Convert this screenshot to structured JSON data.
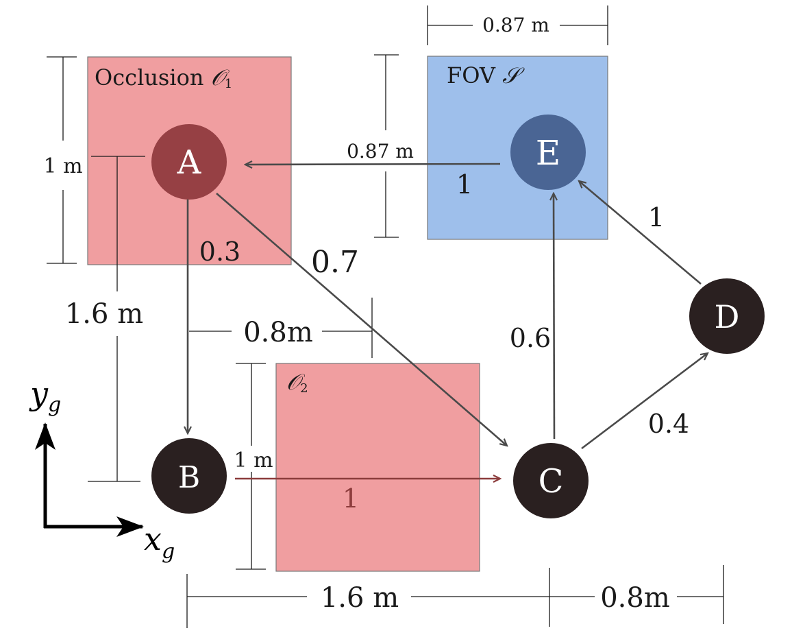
{
  "regions": {
    "occlusion_1": {
      "label_text": "Occlusion",
      "symbol": "𝒪",
      "subscript": "1",
      "fill": "#f09ea0"
    },
    "occlusion_2": {
      "symbol": "𝒪",
      "subscript": "2",
      "fill": "#f09ea0"
    },
    "fov": {
      "label_text": "FOV",
      "symbol": "𝒮",
      "fill": "#9ebfeb"
    }
  },
  "nodes": {
    "A": {
      "label": "A",
      "fill": "#964044"
    },
    "B": {
      "label": "B",
      "fill": "#2a2020"
    },
    "C": {
      "label": "C",
      "fill": "#2a2020"
    },
    "D": {
      "label": "D",
      "fill": "#2a2020"
    },
    "E": {
      "label": "E",
      "fill": "#4a6594"
    }
  },
  "edges": {
    "E_to_A": {
      "weight": "1"
    },
    "A_to_B": {
      "weight": "0.3"
    },
    "A_to_C": {
      "weight": "0.7"
    },
    "B_to_C": {
      "weight": "1",
      "color": "#8c3c3c"
    },
    "C_to_E": {
      "weight": "0.6"
    },
    "C_to_D": {
      "weight": "0.4"
    },
    "D_to_E": {
      "weight": "1"
    }
  },
  "dimensions": {
    "fov_width": "0.87 m",
    "fov_height": "0.87 m",
    "occlusion_1_height": "1 m",
    "a_to_b_vertical": "1.6 m",
    "a_to_o2_horizontal": "0.8m",
    "occlusion_2_height": "1 m",
    "bottom_b_to_c": "1.6 m",
    "bottom_c_to_d": "0.8m"
  },
  "axes": {
    "y_label": "y",
    "y_sub": "g",
    "x_label": "x",
    "x_sub": "g"
  }
}
